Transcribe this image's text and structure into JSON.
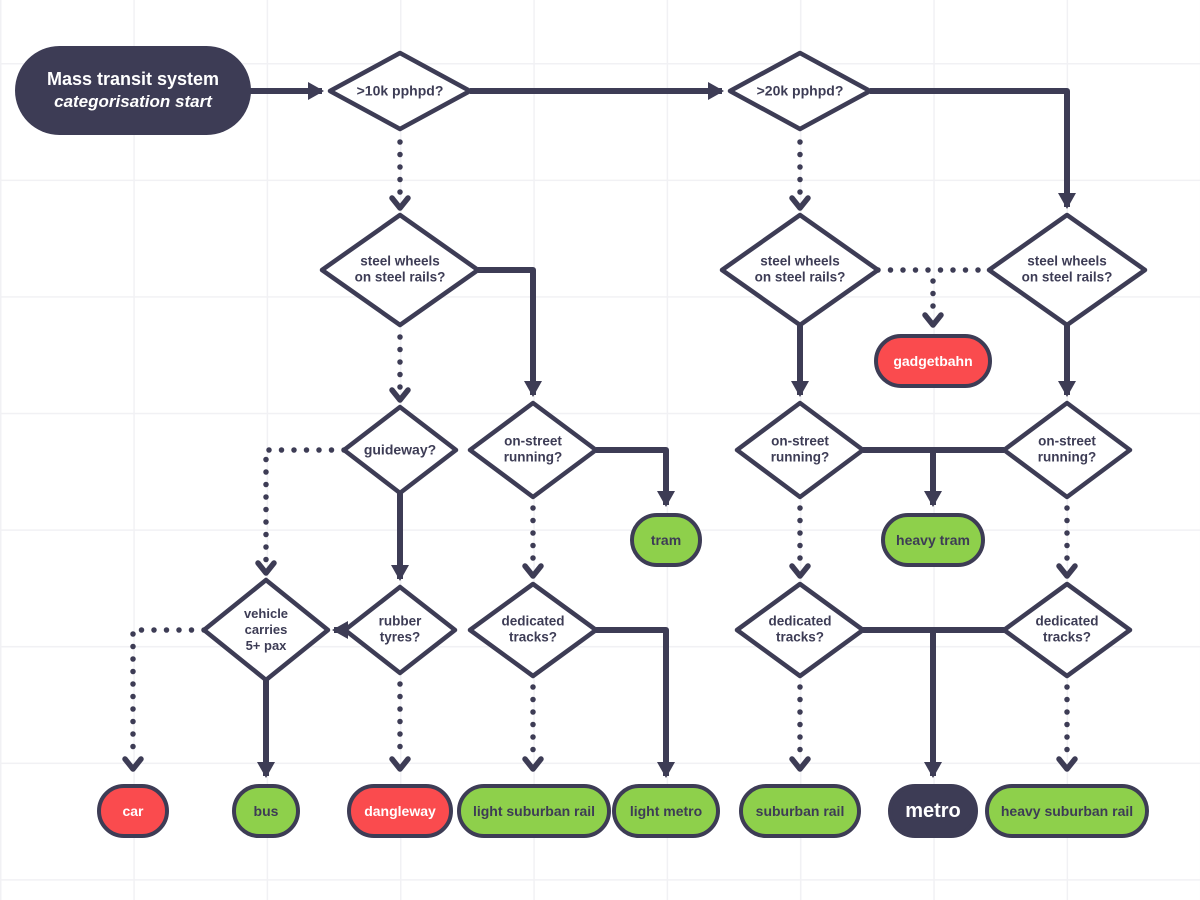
{
  "colors": {
    "navy": "#3d3c55",
    "red": "#fa4b4e",
    "green": "#8ed04b",
    "diamond_fill": "#ffffff",
    "background": "#ffffff",
    "grid_line": "#f1f1f4"
  },
  "start": {
    "label_line1": "Mass transit system",
    "label_line2": "categorisation start"
  },
  "decisions": {
    "pphpd10": {
      "label": ">10k pphpd?"
    },
    "pphpd20": {
      "label": ">20k pphpd?"
    },
    "steel_wheels_left": {
      "label": "steel wheels\non steel rails?"
    },
    "steel_wheels_mid": {
      "label": "steel wheels\non steel rails?"
    },
    "steel_wheels_right": {
      "label": "steel wheels\non steel rails?"
    },
    "guideway": {
      "label": "guideway?"
    },
    "on_street_left": {
      "label": "on-street\nrunning?"
    },
    "on_street_mid": {
      "label": "on-street\nrunning?"
    },
    "on_street_right": {
      "label": "on-street\nrunning?"
    },
    "vehicle_carries": {
      "label": "vehicle\ncarries\n5+ pax"
    },
    "rubber_tyres": {
      "label": "rubber\ntyres?"
    },
    "dedicated_left": {
      "label": "dedicated\ntracks?"
    },
    "dedicated_mid": {
      "label": "dedicated\ntracks?"
    },
    "dedicated_right": {
      "label": "dedicated\ntracks?"
    }
  },
  "terminals": {
    "gadgetbahn": {
      "label": "gadgetbahn"
    },
    "tram": {
      "label": "tram"
    },
    "heavy_tram": {
      "label": "heavy tram"
    },
    "car": {
      "label": "car"
    },
    "bus": {
      "label": "bus"
    },
    "dangleway": {
      "label": "dangleway"
    },
    "light_suburban_rail": {
      "label": "light suburban rail"
    },
    "light_metro": {
      "label": "light metro"
    },
    "suburban_rail": {
      "label": "suburban rail"
    },
    "metro": {
      "label": "metro"
    },
    "heavy_suburban_rail": {
      "label": "heavy suburban rail"
    }
  }
}
